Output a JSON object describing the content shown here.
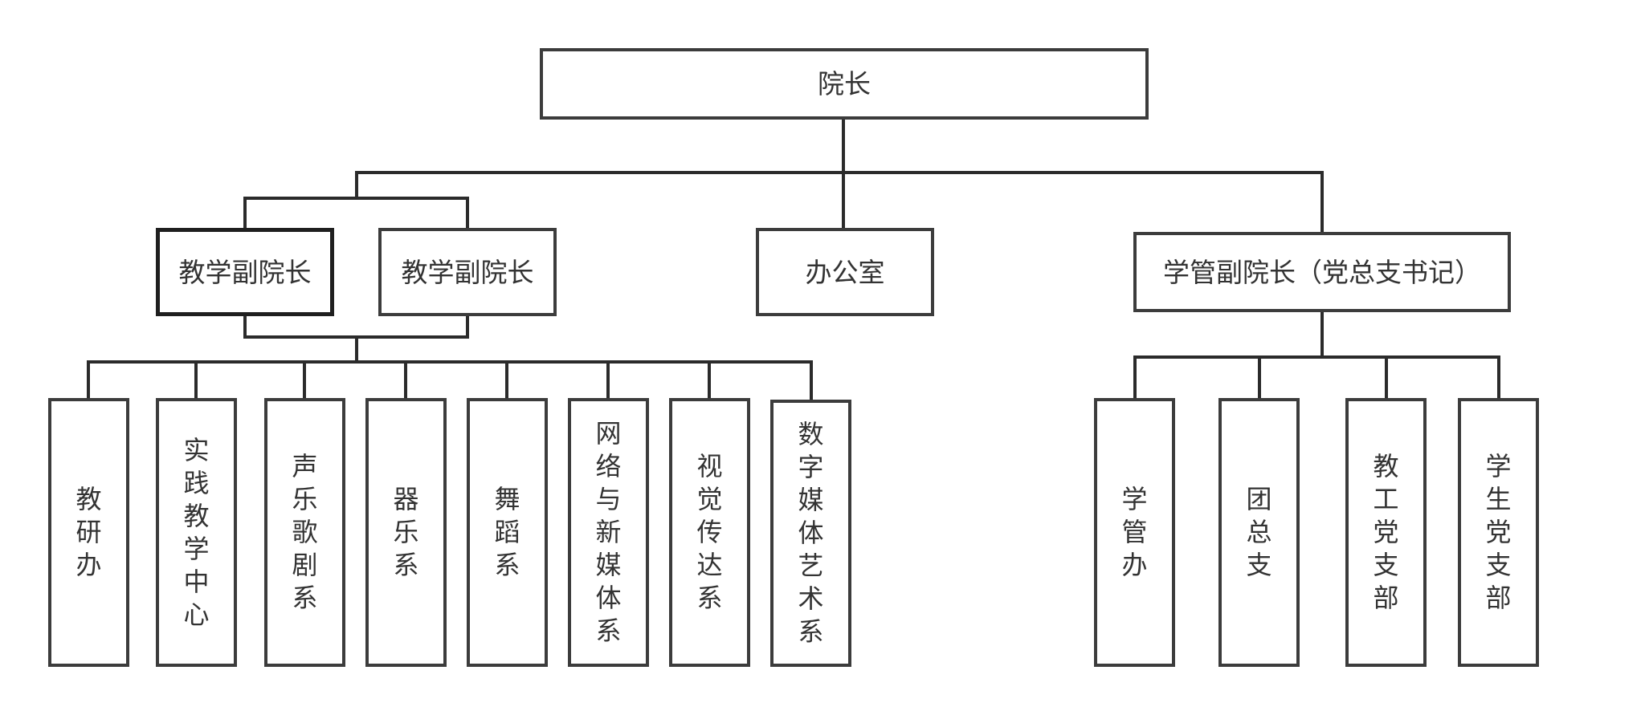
{
  "root": {
    "label": "院长"
  },
  "level2": {
    "vice_dean_teaching_1": "教学副院长",
    "vice_dean_teaching_2": "教学副院长",
    "office": "办公室",
    "vice_dean_students": "学管副院长（党总支书记）"
  },
  "teaching_units": [
    "教研办",
    "实践教学中心",
    "声乐歌剧系",
    "器乐系",
    "舞蹈系",
    "网络与新媒体系",
    "视觉传达系",
    "数字媒体艺术系"
  ],
  "student_units": [
    "学管办",
    "团总支",
    "教工党支部",
    "学生党支部"
  ]
}
